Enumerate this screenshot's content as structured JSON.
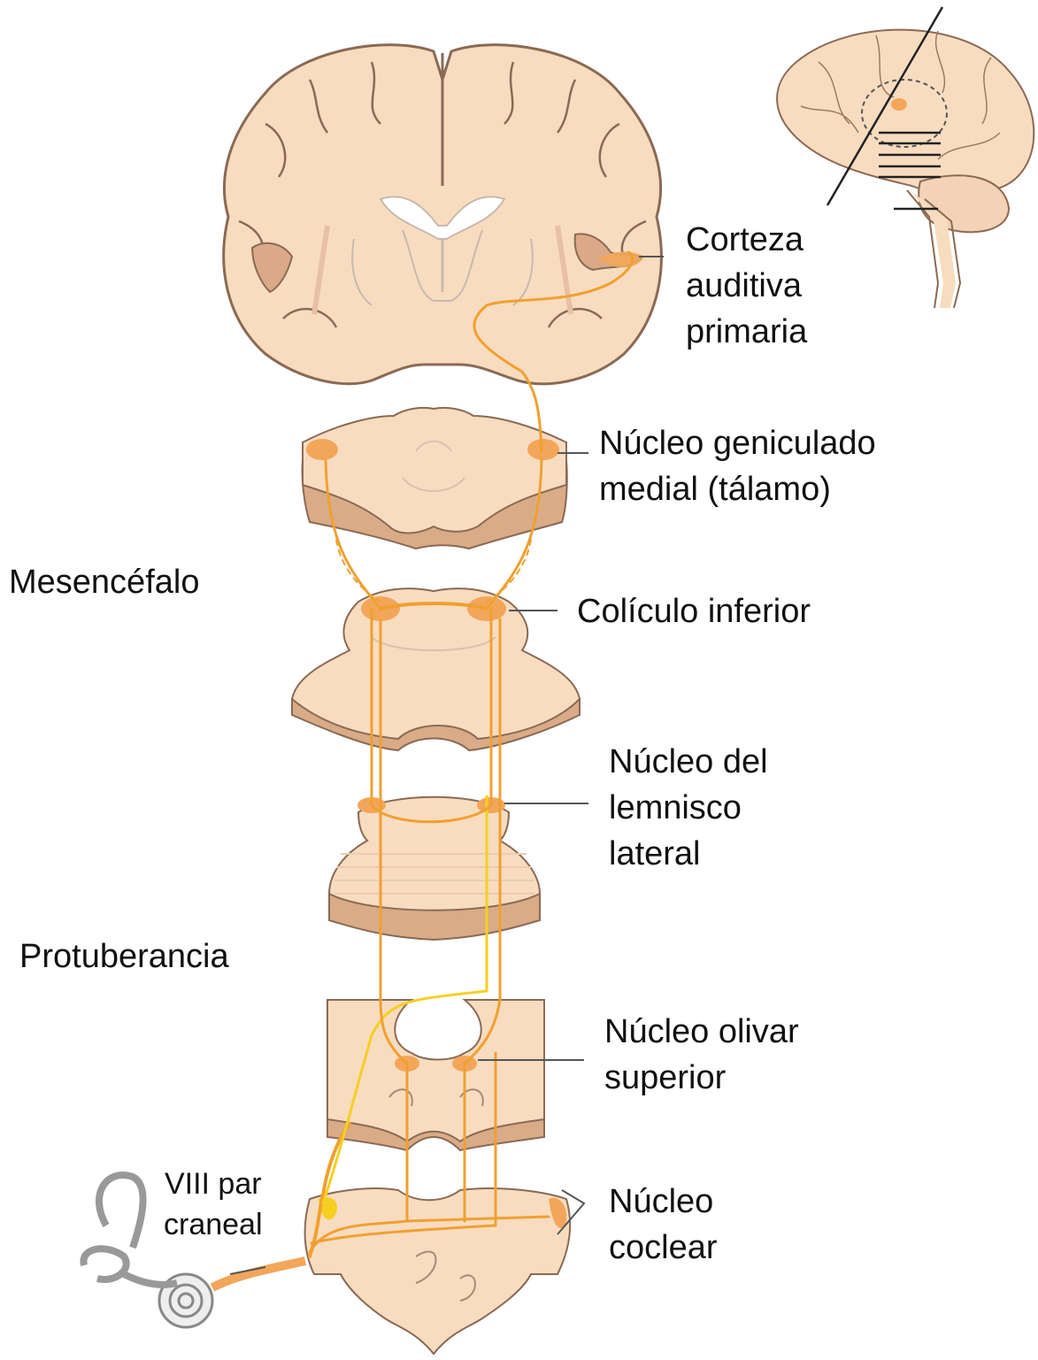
{
  "labels": {
    "corteza": "Corteza\nauditiva\nprimaria",
    "geniculado": "Núcleo geniculado\nmedial (tálamo)",
    "mesencefalo": "Mesencéfalo",
    "coliculo": "Colículo inferior",
    "lemnisco": "Núcleo del\nlemnisco\nlateral",
    "protuberancia": "Protuberancia",
    "olivar": "Núcleo olivar\nsuperior",
    "par_craneal": "VIII par\ncraneal",
    "coclear": "Núcleo\ncoclear"
  },
  "colors": {
    "tissue": "#f8dcc0",
    "tissue_edge": "#8a6a55",
    "slab_side": "#d9ab87",
    "nucleus": "#f2a65a",
    "pathway": "#f0a030",
    "pathway_yellow": "#f5d020",
    "leader": "#555555"
  }
}
